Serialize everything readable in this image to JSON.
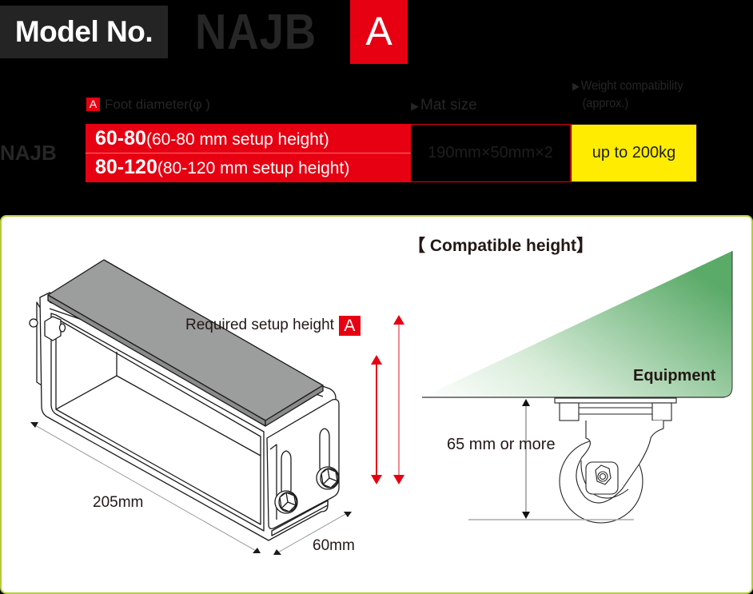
{
  "header": {
    "model_label": "Model No.",
    "model_code": "NAJB",
    "model_variant": "A"
  },
  "spec_table": {
    "row_label": "NAJB",
    "columns": {
      "foot_diameter": {
        "badge": "A",
        "label": "Foot diameter(φ )"
      },
      "mat_size": {
        "label": "Mat size"
      },
      "weight": {
        "label_line1": "Weight compatibility",
        "label_line2": "(approx.)"
      }
    },
    "foot_options": [
      {
        "code": "60-80",
        "desc": "(60-80 mm setup height)"
      },
      {
        "code": "80-120",
        "desc": "(80-120 mm setup height)"
      }
    ],
    "mat_size_value": "190mm×50mm×2",
    "weight_value": "up to 200kg"
  },
  "diagram": {
    "required_height_label": "Required setup height",
    "required_height_badge": "A",
    "length_dim": "205mm",
    "width_dim": "60mm",
    "compatible_title": "【  Compatible height】",
    "equipment_label": "Equipment",
    "clearance_label": "65 mm or more"
  },
  "colors": {
    "brand_red": "#e60012",
    "highlight_yellow": "#ffec00",
    "panel_border": "#b5cc3a",
    "equipment_green": "#5aaa68",
    "mat_gray": "#9c9d9d"
  }
}
